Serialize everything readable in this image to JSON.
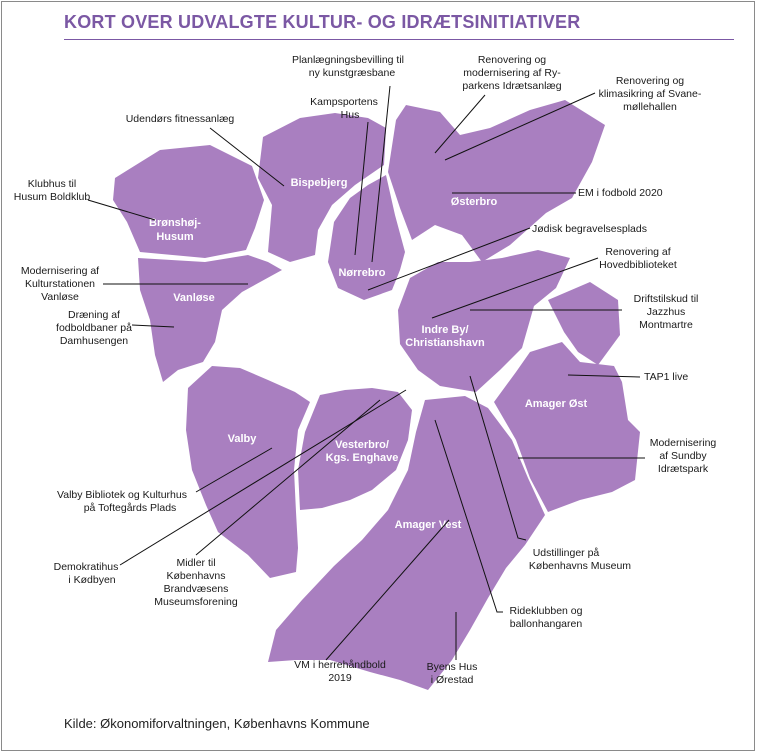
{
  "title": "KORT OVER UDVALGTE KULTUR- OG IDRÆTSINITIATIVER",
  "source": "Kilde: Økonomiforvaltningen, Københavns Kommune",
  "colors": {
    "district": "#a97fc0",
    "title": "#7b58a4",
    "label_text": "#ffffff"
  },
  "districts": [
    {
      "name": "Bispebjerg",
      "lines": [
        "Bispebjerg"
      ]
    },
    {
      "name": "Brønshøj-Husum",
      "lines": [
        "Brønshøj-",
        "Husum"
      ]
    },
    {
      "name": "Østerbro",
      "lines": [
        "Østerbro"
      ]
    },
    {
      "name": "Nørrebro",
      "lines": [
        "Nørrebro"
      ]
    },
    {
      "name": "Vanløse",
      "lines": [
        "Vanløse"
      ]
    },
    {
      "name": "Indre By/Christianshavn",
      "lines": [
        "Indre By/",
        "Christianshavn"
      ]
    },
    {
      "name": "Amager Øst",
      "lines": [
        "Amager Øst"
      ]
    },
    {
      "name": "Valby",
      "lines": [
        "Valby"
      ]
    },
    {
      "name": "Vesterbro/Kgs. Enghave",
      "lines": [
        "Vesterbro/",
        "Kgs. Enghave"
      ]
    },
    {
      "name": "Amager Vest",
      "lines": [
        "Amager Vest"
      ]
    }
  ],
  "annotations": [
    {
      "lines": [
        "Planlægningsbevilling til",
        "ny kunstgræsbane"
      ]
    },
    {
      "lines": [
        "Renovering og",
        "modernisering af Ry-",
        "parkens Idrætsanlæg"
      ]
    },
    {
      "lines": [
        "Renovering og",
        "klimasikring af Svane-",
        "møllehallen"
      ]
    },
    {
      "lines": [
        "Kampsportens",
        "Hus"
      ]
    },
    {
      "lines": [
        "Udendørs fitnessanlæg"
      ]
    },
    {
      "lines": [
        "Klubhus til",
        "Husum Boldklub"
      ]
    },
    {
      "lines": [
        "EM i fodbold 2020"
      ]
    },
    {
      "lines": [
        "Jødisk begravelsesplads"
      ]
    },
    {
      "lines": [
        "Renovering af",
        "Hovedbiblioteket"
      ]
    },
    {
      "lines": [
        "Modernisering af",
        "Kulturstationen",
        "Vanløse"
      ]
    },
    {
      "lines": [
        "Driftstilskud til",
        "Jazzhus",
        "Montmartre"
      ]
    },
    {
      "lines": [
        "Dræning af",
        "fodboldbaner på",
        "Damhusengen"
      ]
    },
    {
      "lines": [
        "TAP1 live"
      ]
    },
    {
      "lines": [
        "Modernisering",
        "af Sundby",
        "Idrætspark"
      ]
    },
    {
      "lines": [
        "Valby Bibliotek og Kulturhus",
        "på Toftegårds Plads"
      ]
    },
    {
      "lines": [
        "Udstillinger på",
        "Københavns Museum"
      ]
    },
    {
      "lines": [
        "Demokratihus",
        "i Kødbyen"
      ]
    },
    {
      "lines": [
        "Midler til",
        "Københavns",
        "Brandvæsens",
        "Museumsforening"
      ]
    },
    {
      "lines": [
        "Rideklubben og",
        "ballonhangaren"
      ]
    },
    {
      "lines": [
        "VM i herrehåndbold",
        "2019"
      ]
    },
    {
      "lines": [
        "Byens Hus",
        "i Ørestad"
      ]
    }
  ]
}
